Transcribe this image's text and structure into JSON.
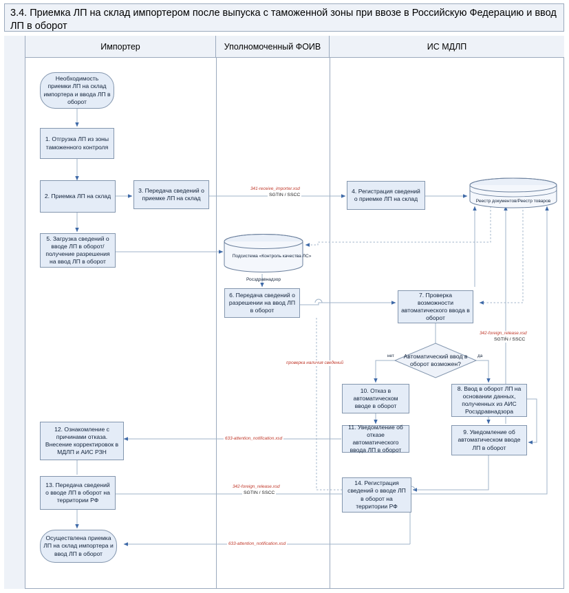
{
  "document": {
    "title": "3.4.  Приемка ЛП на склад импортером после выпуска с таможенной зоны при ввозе в Российскую Федерацию и ввод ЛП в оборот"
  },
  "lanes": [
    {
      "id": "importer",
      "label": "Импортер"
    },
    {
      "id": "foiv",
      "label": "Уполномоченный ФОИВ"
    },
    {
      "id": "mdlp",
      "label": "ИС МДЛП"
    }
  ],
  "nodes": {
    "start": "Необходимость приемки ЛП на склад импортера и ввода ЛП в оборот",
    "n1": "1. Отгрузка ЛП из зоны таможенного контроля",
    "n2": "2. Приемка ЛП на склад",
    "n3": "3. Передача сведений о приемке ЛП на склад",
    "n4": "4. Регистрация сведений о приемке ЛП на склад",
    "n5": "5. Загрузка сведений о вводе ЛП в оборот/ получение разрешения на ввод ЛП в оборот",
    "n6": "6. Передача сведений о разрешении на ввод ЛП в оборот",
    "n7": "7. Проверка возможности автоматического ввода в оборот",
    "decision": "Автоматический ввод в оборот возможен?",
    "n8": "8. Ввод в оборот ЛП на основании данных, полученных из АИС Росздравнадзора",
    "n9": "9. Уведомление об автоматическом вводе ЛП в оборот",
    "n10": "10. Отказ в автоматическом вводе в оборот",
    "n11": "11. Уведомление об отказе автоматического ввода ЛП в оборот",
    "n12": "12. Ознакомление с причинами отказа. Внесение корректировок в МДЛП и АИС РЗН",
    "n13": "13. Передача сведений о вводе ЛП в оборот на территории РФ",
    "n14": "14. Регистрация сведений о вводе ЛП в оборот на территории РФ",
    "end": "Осуществлена приемка ЛП на склад импортера и ввод ЛП в оборот"
  },
  "datastores": {
    "quality": {
      "label": "Подсистема «Контроль качества ЛС»",
      "sublabel": "Росздравнадзор"
    },
    "registry": {
      "label": "Реестр документов/Реестр товаров"
    }
  },
  "edge_labels": {
    "e341_xsd": "341-receive_importer.xsd",
    "e341_codes": "SGTIN / SSCC",
    "e342_top_xsd": "342-foreign_release.xsd",
    "e342_top_codes": "SGTIN / SSCC",
    "e342_bottom_xsd": "342-foreign_release.xsd",
    "e342_bottom_codes": "SGTIN / SSCC",
    "e633_mid_xsd": "633-attention_notification.xsd",
    "e633_bottom_xsd": "633-attention_notification.xsd",
    "check_data": "проверка наличия сведений",
    "branch_no": "нет",
    "branch_yes": "да"
  },
  "colors": {
    "node_fill": "#e4ecf7",
    "node_border": "#8295ad",
    "lane_header_fill": "#eef2f8",
    "lane_border": "#9aa9bd",
    "edge": "#9fb3c8",
    "arrowhead": "#3f6aa8",
    "xsd_text": "#c0392b"
  }
}
